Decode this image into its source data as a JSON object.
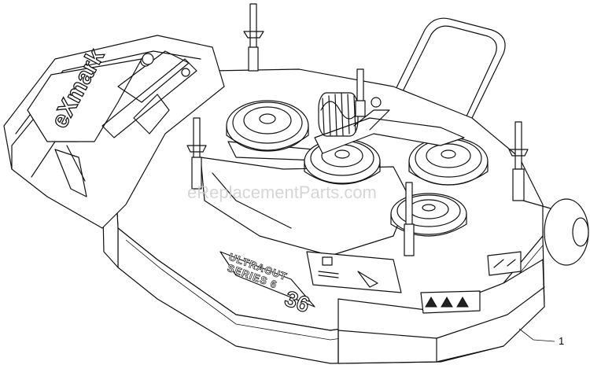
{
  "diagram": {
    "brand_logo": "eXmark",
    "model_text": "ULTRACUT",
    "series_text": "SERIES 6",
    "deck_size": "36",
    "watermark": "eReplacementParts.com",
    "callouts": [
      {
        "label": "1"
      }
    ]
  }
}
